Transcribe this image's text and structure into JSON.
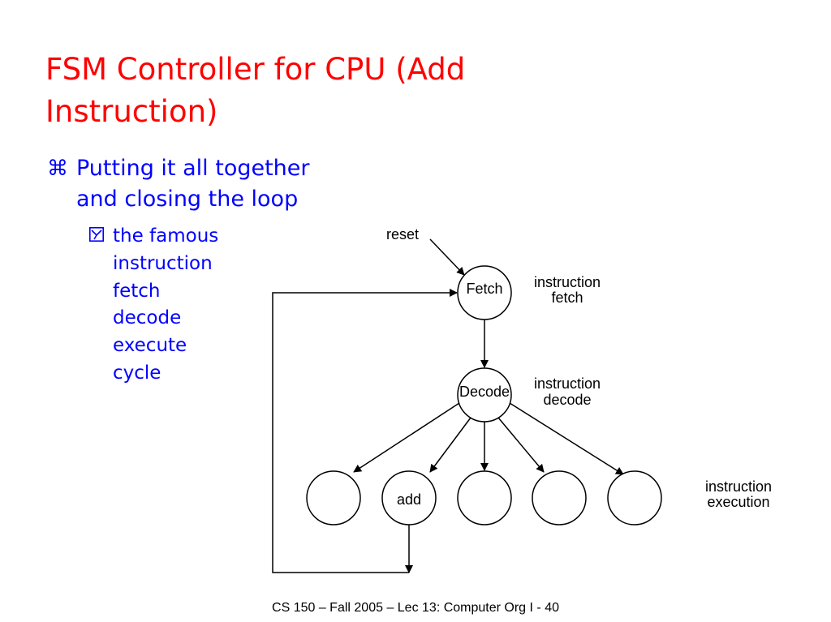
{
  "slide": {
    "title_line1": "FSM Controller for CPU (Add",
    "title_line2": "Instruction)",
    "bullet": {
      "glyph": "⌘",
      "line1": "Putting it all together",
      "line2": "and closing the loop"
    },
    "sub_bullet": {
      "icon": "checkbox-y-icon",
      "lines": [
        "the famous",
        "instruction",
        "fetch",
        "decode",
        "execute",
        "cycle"
      ]
    },
    "footer": "CS 150 – Fall  2005 – Lec 13: Computer Org I - 40"
  },
  "diagram": {
    "reset_label": "reset",
    "states": {
      "fetch": "Fetch",
      "decode": "Decode",
      "add": "add"
    },
    "phase_labels": {
      "fetch": [
        "instruction",
        "fetch"
      ],
      "decode": [
        "instruction",
        "decode"
      ],
      "execution": [
        "instruction",
        "execution"
      ]
    }
  }
}
